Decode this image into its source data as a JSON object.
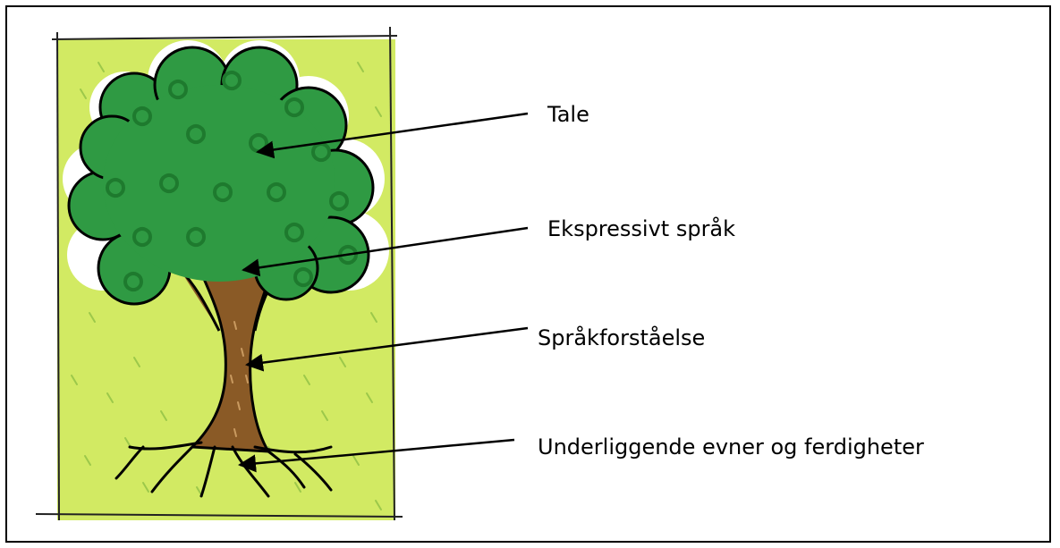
{
  "colors": {
    "background_panel": "#d2ea63",
    "foliage": "#2f9a43",
    "foliage_dark": "#1e7a2e",
    "trunk": "#8a5a26",
    "outline": "#000000",
    "arrow": "#000000"
  },
  "illustration": {
    "icon": "tree-icon"
  },
  "labels": [
    {
      "id": "tale",
      "text": "Tale"
    },
    {
      "id": "ekspressivt",
      "text": "Ekspressivt språk"
    },
    {
      "id": "forstaelse",
      "text": "Språkforståelse"
    },
    {
      "id": "underliggende",
      "text": "Underliggende evner og ferdigheter"
    }
  ]
}
